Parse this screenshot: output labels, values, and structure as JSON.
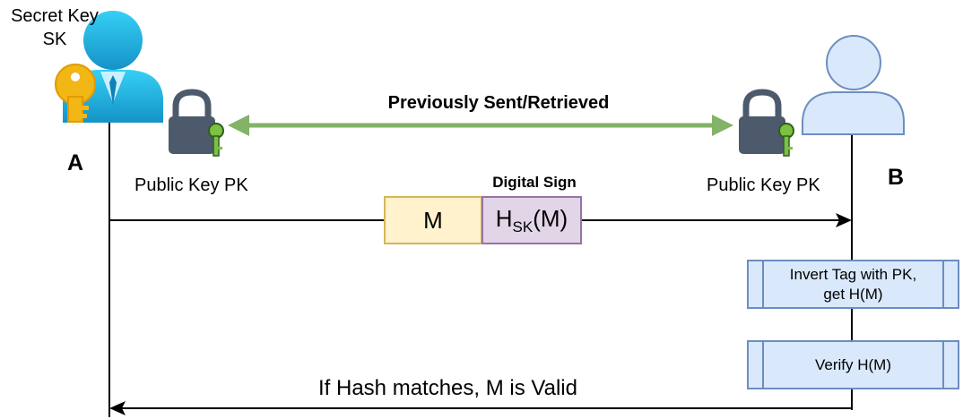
{
  "party_a": {
    "secret_key_label_line1": "Secret Key",
    "secret_key_label_line2": "SK",
    "letter": "A",
    "public_key_label": "Public Key PK"
  },
  "party_b": {
    "letter": "B",
    "public_key_label": "Public Key PK"
  },
  "exchange_label": "Previously Sent/Retrieved",
  "message": {
    "digital_sign_label": "Digital Sign",
    "m_label": "M",
    "hash_main": "H",
    "hash_sub": "SK",
    "hash_arg": "(M)"
  },
  "steps": {
    "invert_line1": "Invert Tag with PK,",
    "invert_line2": "get H(M)",
    "verify": "Verify H(M)"
  },
  "return_label": "If Hash matches, M is Valid",
  "colors": {
    "user_a": "#1fb6e0",
    "user_b": "#dae8fc",
    "user_b_stroke": "#6c8ebf",
    "key_gold": "#f2b615",
    "lock_body": "#4d5a6b",
    "key_green": "#7cc142",
    "exchange_arrow": "#82b366",
    "m_fill": "#fff2cc",
    "m_stroke": "#d6b656",
    "hash_fill": "#e1d5e7",
    "hash_stroke": "#9673a6",
    "step_fill": "#dae8fc",
    "step_stroke": "#6c8ebf"
  }
}
